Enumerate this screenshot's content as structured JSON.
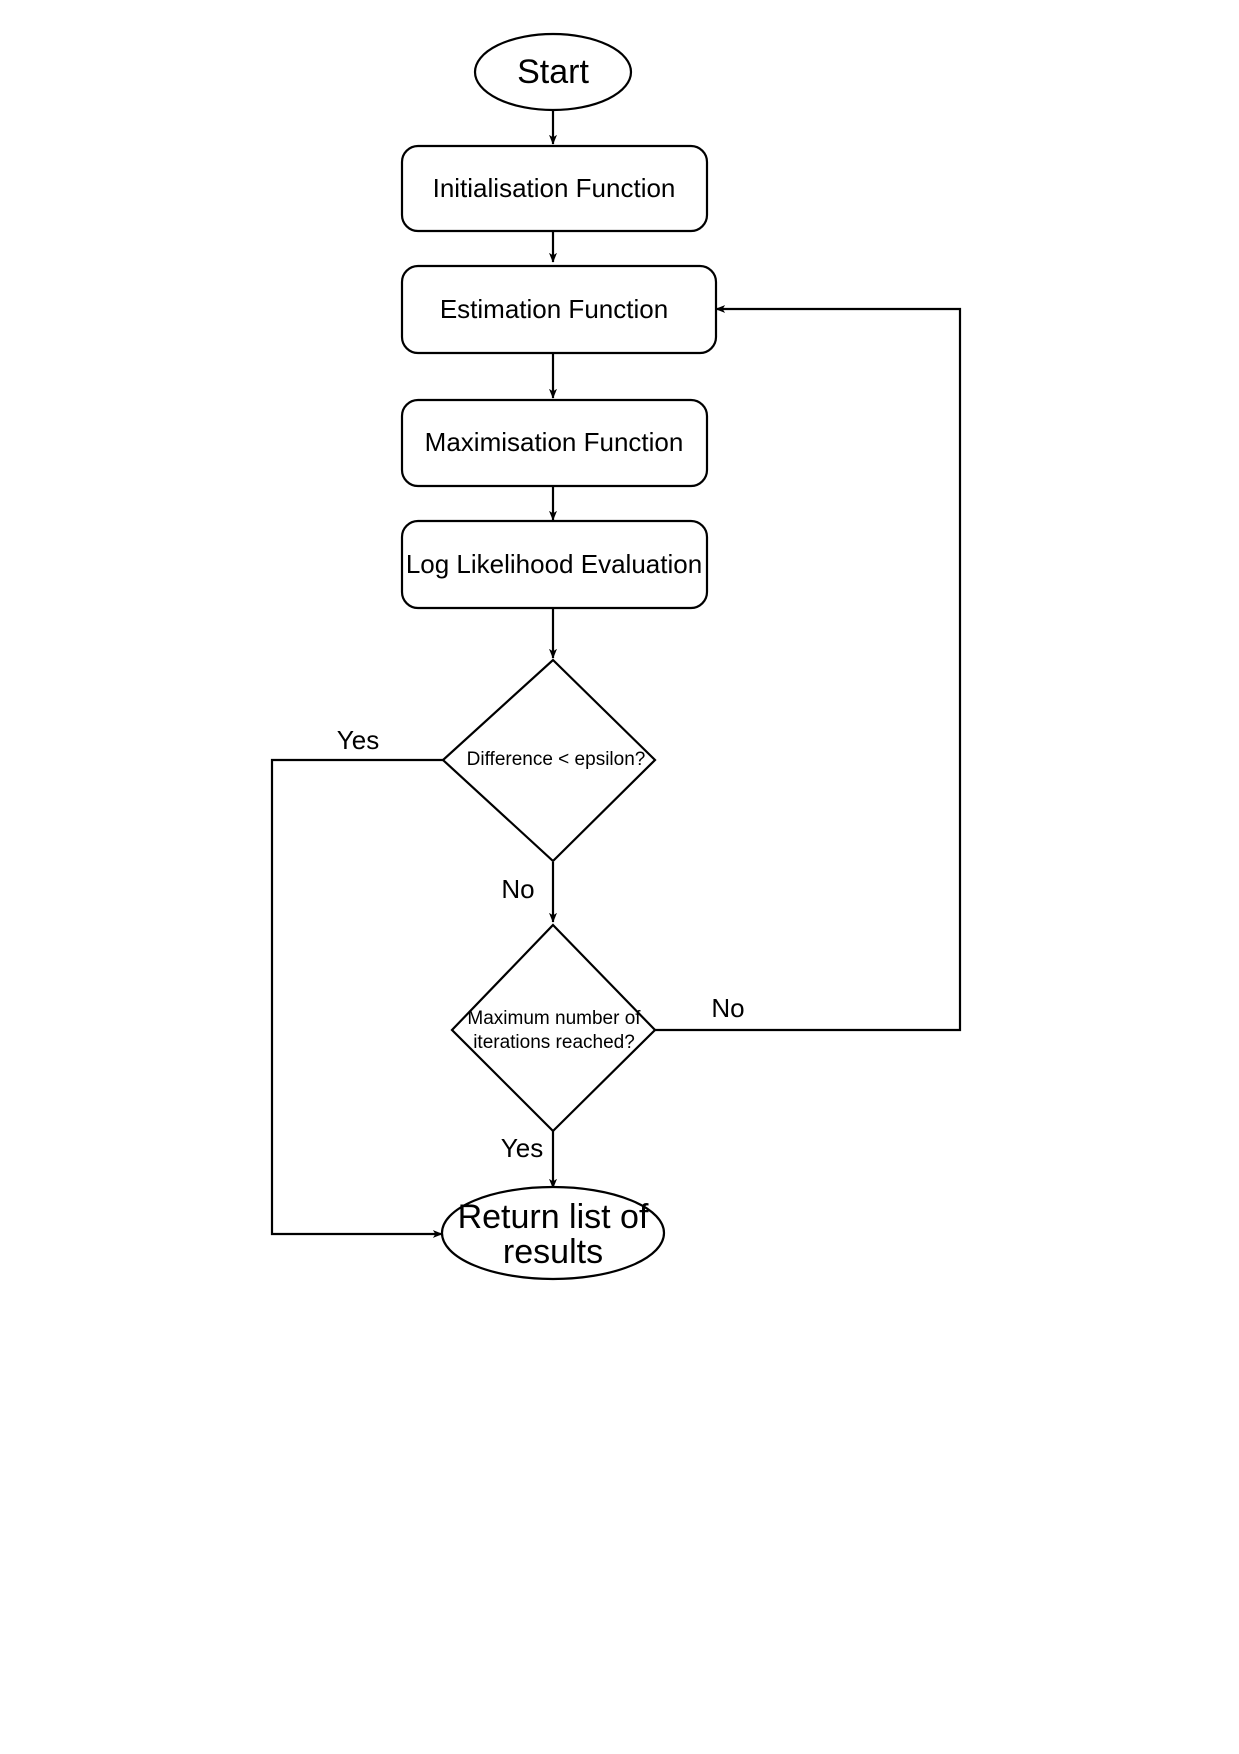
{
  "diagram": {
    "title": "EM Algorithm Flowchart",
    "stroke_color": "#000000",
    "fill_color": "#ffffff",
    "background": "#ffffff",
    "nodes": {
      "start": {
        "label": "Start",
        "shape": "ellipse"
      },
      "initialisation": {
        "label": "Initialisation Function",
        "shape": "rounded-rectangle"
      },
      "estimation": {
        "label": "Estimation Function",
        "shape": "rounded-rectangle"
      },
      "maximisation": {
        "label": "Maximisation Function",
        "shape": "rounded-rectangle"
      },
      "log_likelihood": {
        "label": "Log Likelihood Evaluation",
        "shape": "rounded-rectangle"
      },
      "decision_epsilon": {
        "label": "Difference < epsilon?",
        "shape": "diamond"
      },
      "decision_iterations": {
        "label_line1": "Maximum number of",
        "label_line2": "iterations reached?",
        "shape": "diamond"
      },
      "return_results": {
        "label_line1": "Return list of",
        "label_line2": "results",
        "shape": "ellipse"
      }
    },
    "edge_labels": {
      "epsilon_yes": "Yes",
      "epsilon_no": "No",
      "iterations_no": "No",
      "iterations_yes": "Yes"
    }
  }
}
